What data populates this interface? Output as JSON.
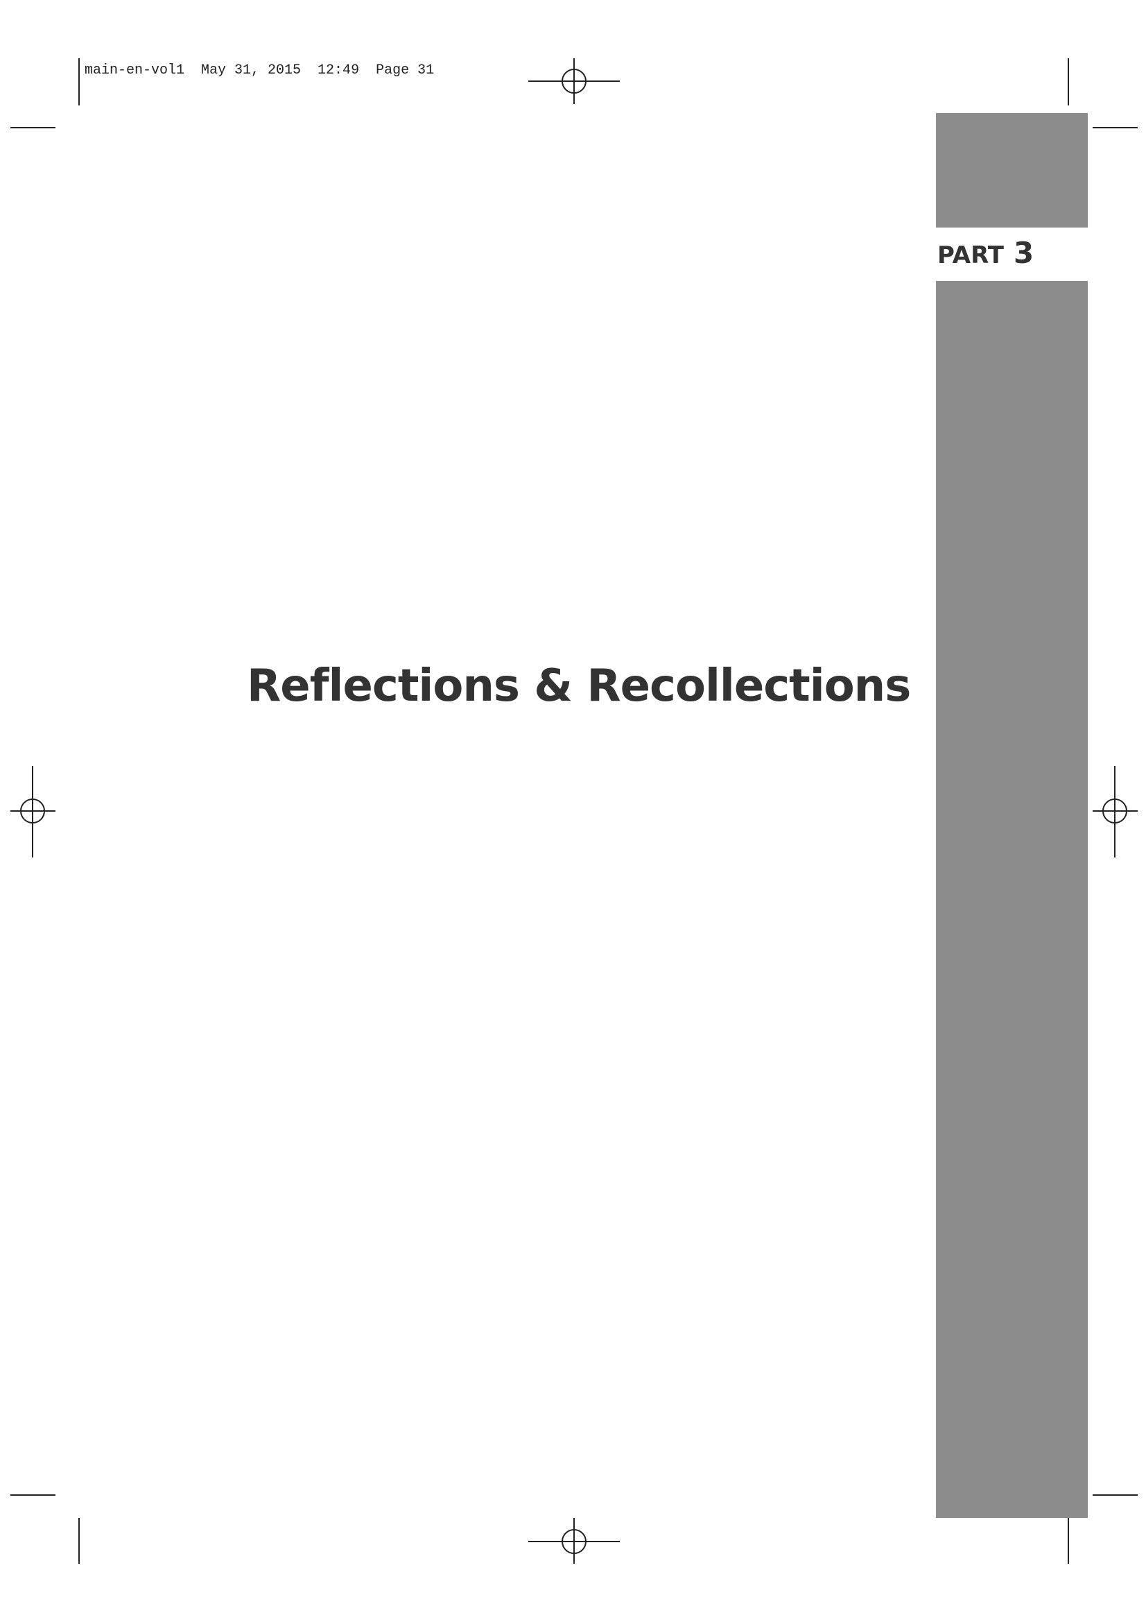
{
  "slug": {
    "text": "main-en-vol1  May 31, 2015  12:49  Page 31"
  },
  "part": {
    "word": "PART",
    "number": "3"
  },
  "title": "Reflections & Recollections",
  "colors": {
    "tab": "#8c8c8c",
    "text": "#333333",
    "marks": "#222222"
  }
}
